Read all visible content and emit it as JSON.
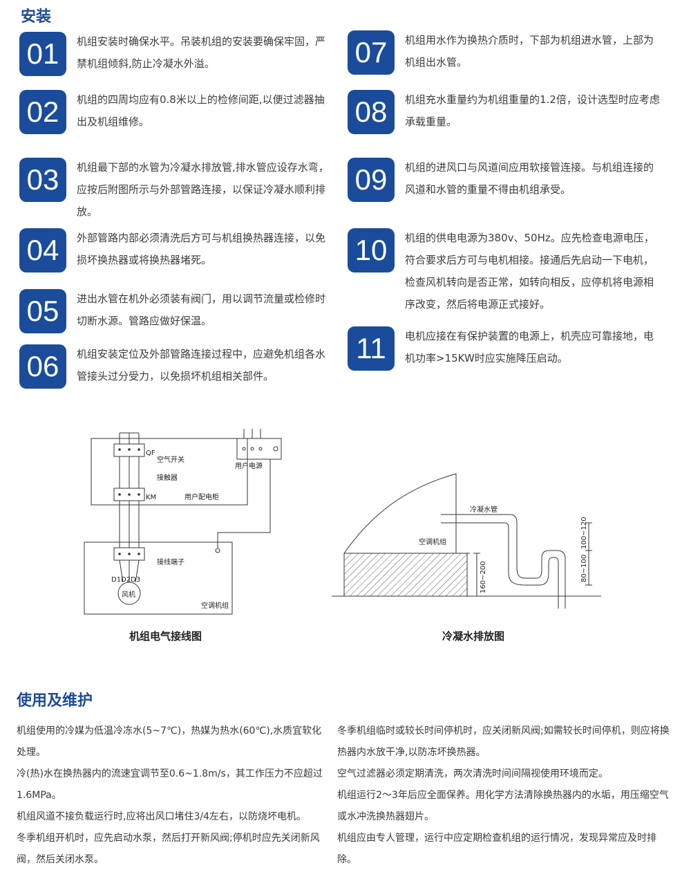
{
  "install": {
    "title": "安装",
    "items": [
      {
        "num": "01",
        "text": "机组安装时确保水平。吊装机组的安装要确保牢固，严禁机组倾斜,防止冷凝水外溢。"
      },
      {
        "num": "02",
        "text": "机组的四周均应有0.8米以上的检修间距,以便过滤器抽出及机组维修。"
      },
      {
        "num": "03",
        "text": "机组最下部的水管为冷凝水排放管,排水管应设存水弯，应按后附图所示与外部管路连接，以保证冷凝水顺利排放。"
      },
      {
        "num": "04",
        "text": "外部管路内部必须清洗后方可与机组换热器连接，以免损坏换热器或将换热器堵死。"
      },
      {
        "num": "05",
        "text": "进出水管在机外必须装有阀门，用以调节流量或检修时切断水源。管路应做好保温。"
      },
      {
        "num": "06",
        "text": "机组安装定位及外部管路连接过程中，应避免机组各水管接头过分受力，以免损坏机组相关部件。"
      },
      {
        "num": "07",
        "text": "机组用水作为换热介质时，下部为机组进水管，上部为机组出水管。"
      },
      {
        "num": "08",
        "text": "机组充水重量约为机组重量的1.2倍，设计选型时应考虑承载重量。"
      },
      {
        "num": "09",
        "text": "机组的进风口与风道间应用软接管连接。与机组连接的风道和水管的重量不得由机组承受。"
      },
      {
        "num": "10",
        "text": "机组的供电电源为380v、50Hz。应先检查电源电压，符合要求后方可与电机相接。接通后先启动一下电机，检查风机转向是否正常，如转向相反，应停机将电源相序改变，然后将电源正式接好。"
      },
      {
        "num": "11",
        "text": "电机应接在有保护装置的电源上，机壳应可靠接地，电机功率>15KW时应实施降压启动。"
      }
    ]
  },
  "wiring": {
    "caption": "机组电气接线图",
    "qf": "QF",
    "air_switch": "空气开关",
    "user_power": "用户电源",
    "contactor": "接触器",
    "km": "KM",
    "cabinet": "用户配电柜",
    "terminal": "接线端子",
    "d_labels": "D1D2D3",
    "fan": "风机",
    "unit": "空调机组"
  },
  "drain": {
    "caption": "冷凝水排放图",
    "pipe": "冷凝水管",
    "unit": "空调机组",
    "dim_left": "160~200",
    "dim_mid": "80~100",
    "dim_top": "100~120"
  },
  "usage": {
    "title": "使用及维护",
    "left": [
      "机组使用的冷媒为低温冷冻水(5~7℃)，热媒为热水(60℃),水质宜软化处理。",
      "冷(热)水在换热器内的流速宜调节至0.6~1.8m/s，其工作压力不应超过1.6MPa。",
      "机组风道不接负载运行时,应将出风口堵住3/4左右，以防烧坏电机。",
      "冬季机组开机时，应先启动水泵，然后打开新风阀;停机时应先关闭新风阀，然后关闭水泵。"
    ],
    "right": [
      "冬季机组临时或较长时间停机时，应关闭新风阀;如需较长时间停机，则应将换热器内水放干净,以防冻坏换热器。",
      "空气过滤器必须定期清洗，两次清洗时间间隔视使用环境而定。",
      "机组运行2～3年后应全面保养。用化学方法清除换热器内的水垢，用压缩空气或水冲洗换热器翅片。",
      "机组应由专人管理，运行中应定期检查机组的运行情况，发现异常应及时排除。"
    ]
  }
}
